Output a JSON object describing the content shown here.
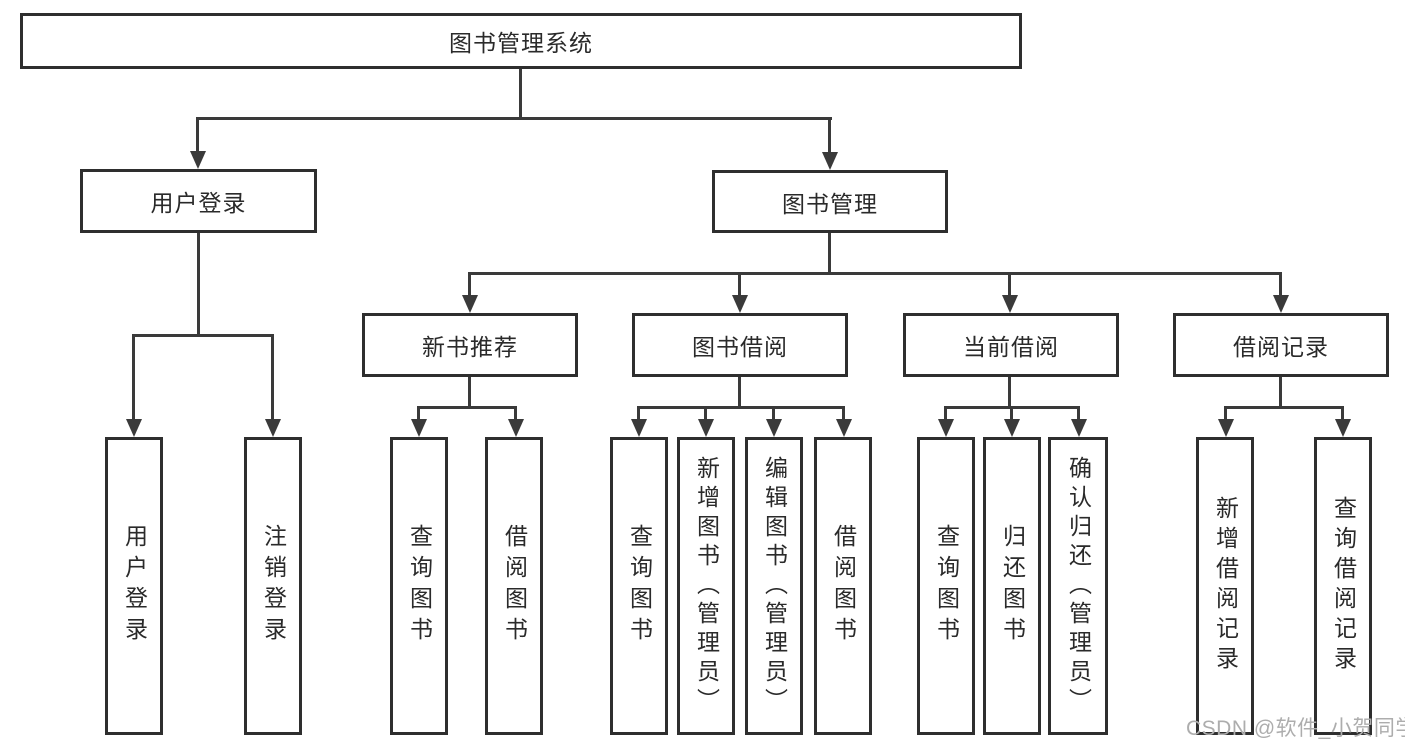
{
  "diagram": {
    "title": "图书管理系统",
    "level1": [
      {
        "label": "用户登录",
        "children": [
          "用户登录",
          "注销登录"
        ]
      },
      {
        "label": "图书管理"
      }
    ],
    "level2": [
      {
        "label": "新书推荐",
        "children": [
          "查询图书",
          "借阅图书"
        ]
      },
      {
        "label": "图书借阅",
        "children": [
          "查询图书",
          "新增图书（管理员）",
          "编辑图书（管理员）",
          "借阅图书"
        ]
      },
      {
        "label": "当前借阅",
        "children": [
          "查询图书",
          "归还图书",
          "确认归还（管理员）"
        ]
      },
      {
        "label": "借阅记录",
        "children": [
          "新增借阅记录",
          "查询借阅记录"
        ]
      }
    ]
  },
  "watermark": {
    "text": "CSDN @软件_小贺同学"
  },
  "colors": {
    "background": "#ffffff",
    "box_border": "#2e2e2e",
    "line": "#3a3a3a",
    "text": "#2a2a2a",
    "watermark": "#adadad"
  }
}
